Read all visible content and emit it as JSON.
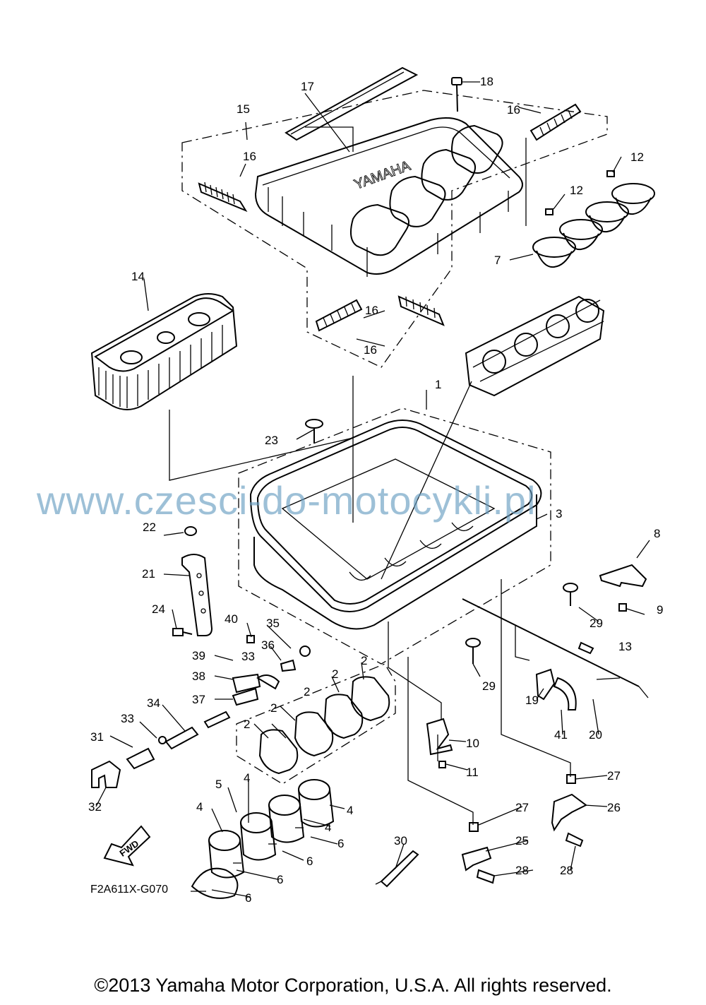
{
  "diagram": {
    "code": "F2A611X-G070",
    "watermark": "www.czesci-do-motocykli.pl",
    "copyright": "©2013 Yamaha Motor Corporation, U.S.A. All rights reserved.",
    "fwd_label": "FWD",
    "cover_brand": "YAMAHA",
    "callouts": [
      {
        "id": "c1",
        "text": "1"
      },
      {
        "id": "c3",
        "text": "3"
      },
      {
        "id": "c2a",
        "text": "2"
      },
      {
        "id": "c2b",
        "text": "2"
      },
      {
        "id": "c2c",
        "text": "2"
      },
      {
        "id": "c2d",
        "text": "2"
      },
      {
        "id": "c2e",
        "text": "2"
      },
      {
        "id": "c4a",
        "text": "4"
      },
      {
        "id": "c4b",
        "text": "4"
      },
      {
        "id": "c4c",
        "text": "4"
      },
      {
        "id": "c4d",
        "text": "4"
      },
      {
        "id": "c5",
        "text": "5"
      },
      {
        "id": "c6a",
        "text": "6"
      },
      {
        "id": "c6b",
        "text": "6"
      },
      {
        "id": "c6c",
        "text": "6"
      },
      {
        "id": "c6d",
        "text": "6"
      },
      {
        "id": "c7",
        "text": "7"
      },
      {
        "id": "c8",
        "text": "8"
      },
      {
        "id": "c9",
        "text": "9"
      },
      {
        "id": "c10",
        "text": "10"
      },
      {
        "id": "c11",
        "text": "11"
      },
      {
        "id": "c12a",
        "text": "12"
      },
      {
        "id": "c12b",
        "text": "12"
      },
      {
        "id": "c13",
        "text": "13"
      },
      {
        "id": "c14",
        "text": "14"
      },
      {
        "id": "c15",
        "text": "15"
      },
      {
        "id": "c16a",
        "text": "16"
      },
      {
        "id": "c16b",
        "text": "16"
      },
      {
        "id": "c16c",
        "text": "16"
      },
      {
        "id": "c16d",
        "text": "16"
      },
      {
        "id": "c17",
        "text": "17"
      },
      {
        "id": "c18",
        "text": "18"
      },
      {
        "id": "c19",
        "text": "19"
      },
      {
        "id": "c20",
        "text": "20"
      },
      {
        "id": "c21",
        "text": "21"
      },
      {
        "id": "c22",
        "text": "22"
      },
      {
        "id": "c23",
        "text": "23"
      },
      {
        "id": "c24",
        "text": "24"
      },
      {
        "id": "c25",
        "text": "25"
      },
      {
        "id": "c26",
        "text": "26"
      },
      {
        "id": "c27a",
        "text": "27"
      },
      {
        "id": "c27b",
        "text": "27"
      },
      {
        "id": "c28a",
        "text": "28"
      },
      {
        "id": "c28b",
        "text": "28"
      },
      {
        "id": "c29a",
        "text": "29"
      },
      {
        "id": "c29b",
        "text": "29"
      },
      {
        "id": "c30",
        "text": "30"
      },
      {
        "id": "c31",
        "text": "31"
      },
      {
        "id": "c32",
        "text": "32"
      },
      {
        "id": "c33a",
        "text": "33"
      },
      {
        "id": "c33b",
        "text": "33"
      },
      {
        "id": "c34",
        "text": "34"
      },
      {
        "id": "c35",
        "text": "35"
      },
      {
        "id": "c36",
        "text": "36"
      },
      {
        "id": "c37",
        "text": "37"
      },
      {
        "id": "c38",
        "text": "38"
      },
      {
        "id": "c39",
        "text": "39"
      },
      {
        "id": "c40",
        "text": "40"
      },
      {
        "id": "c41",
        "text": "41"
      }
    ]
  }
}
